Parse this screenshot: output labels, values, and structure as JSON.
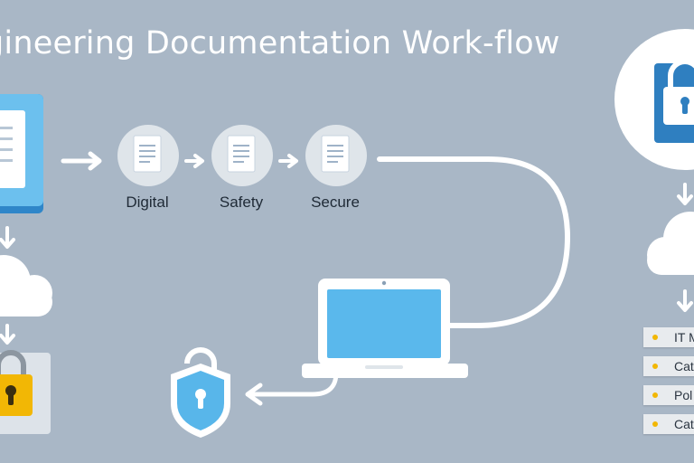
{
  "title": "gineering Documentation Work-flow",
  "steps": [
    {
      "label": "Digital"
    },
    {
      "label": "Safety"
    },
    {
      "label": "Secure"
    }
  ],
  "list_items": [
    "IT M",
    "Cat",
    "Pol",
    "Cat"
  ],
  "icons": {
    "source": "document-stack-icon",
    "step": "document-icon",
    "cloud": "cloud-icon",
    "lock": "padlock-icon",
    "laptop": "laptop-icon",
    "shield": "shield-lock-icon"
  },
  "colors": {
    "background": "#a9b7c6",
    "arrow": "#ffffff",
    "accent_blue": "#4aa9e6",
    "lock_yellow": "#f2b705",
    "lock_blue": "#2f7fc0"
  }
}
